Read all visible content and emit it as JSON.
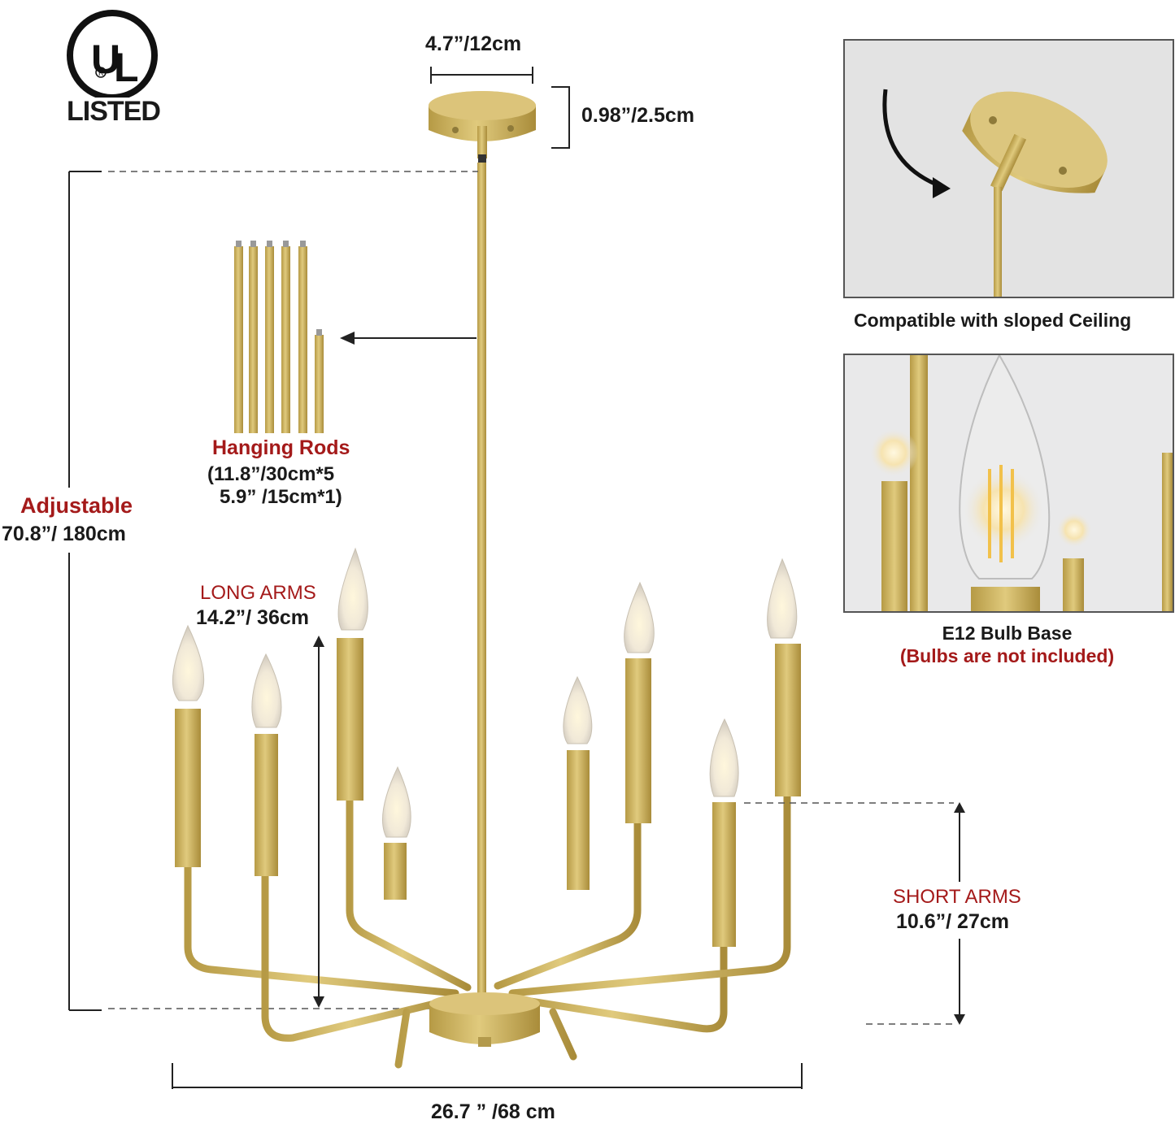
{
  "badge": {
    "mark": "UL",
    "registered": "R",
    "text": "LISTED"
  },
  "dimensions": {
    "canopy_width": "4.7”/12cm",
    "canopy_height": "0.98”/2.5cm",
    "adjustable_title": "Adjustable",
    "adjustable_value": "70.8”/ 180cm",
    "long_arms_title": "LONG ARMS",
    "long_arms_value": "14.2”/ 36cm",
    "short_arms_title": "SHORT ARMS",
    "short_arms_value": "10.6”/ 27cm",
    "width": "26.7 ” /68 cm"
  },
  "rods": {
    "title": "Hanging Rods",
    "line1": "(11.8”/30cm*5",
    "line2": "5.9” /15cm*1)"
  },
  "panels": {
    "sloped_caption": "Compatible with sloped Ceiling",
    "bulb_caption": "E12 Bulb Base",
    "bulb_note": "(Bulbs are not included)"
  },
  "colors": {
    "gold": "#cdb35c",
    "accent_red": "#a41a1a",
    "panel_bg": "#e3e3e3"
  }
}
